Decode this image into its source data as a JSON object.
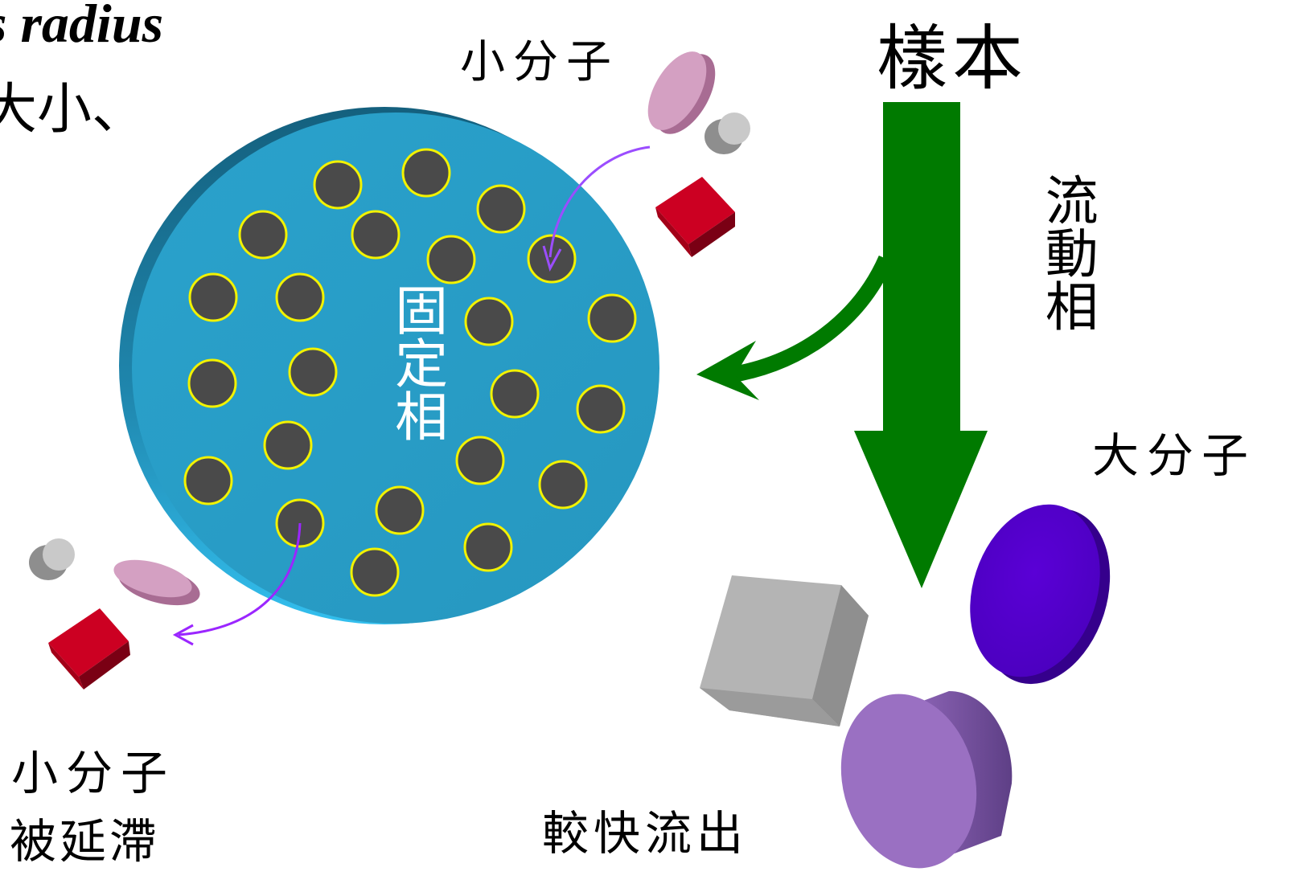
{
  "labels": {
    "radius": "s radius",
    "size": "大小、",
    "small_molecule_top": "小分子",
    "sample": "樣本",
    "mobile_phase": "流動相",
    "large_molecule": "大分子",
    "small_molecule_bottom": "小分子",
    "retarded": "被延滯",
    "elute_faster": "較快流出",
    "stationary_phase": "固定相"
  },
  "colors": {
    "bead_face": "#2a9dc6",
    "bead_side": "#1a6f90",
    "pore_fill": "#4a4a4a",
    "pore_ring": "#f2f200",
    "flow_arrow": "#007a00",
    "path_arrow": "#9b4dff",
    "red_block": "#cc0022",
    "pink_disc": "#d49fc0",
    "gray_cylinder": "#b8b8b8",
    "gray_cube": "#a8a8a8",
    "blue_disc": "#5200cc",
    "violet_cylinder": "#9a70c2"
  },
  "icons": {
    "stationary_bead": "porous-bead-icon",
    "pore": "pore-icon",
    "flow": "down-arrow-icon"
  }
}
